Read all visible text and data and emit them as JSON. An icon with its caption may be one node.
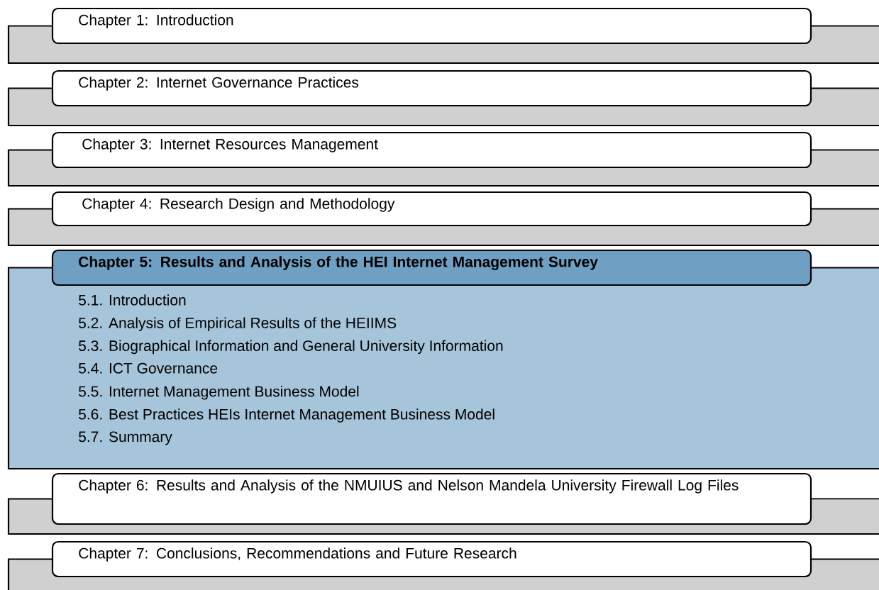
{
  "diagram": {
    "nodes": [
      {
        "text": [
          "Chapter 1: Introduction"
        ]
      },
      {
        "text": [
          "Chapter 2: Internet Governance Practices"
        ]
      },
      {
        "text": [
          "Chapter 3: Internet Resources Management"
        ]
      },
      {
        "text": [
          "Chapter 4: Research Design and Methodology"
        ]
      },
      {
        "text": [
          "Chapter 5: Results and Analysis of the HEI Internet Management Survey",
          "5.1. Introduction",
          "5.2. Analysis of Empirical Results of the HEIIMS",
          "5.3. Biographical Information and General University Information",
          "5.4. ICT Governance",
          "5.5. Internet Management Business Model",
          "5.6. Best Practices HEIs Internet Management Business Model",
          "5.7. Summary"
        ]
      },
      {
        "text": [
          "Chapter 6: Results and Analysis of the NMUIUS and Nelson Mandela University Firewall Log Files"
        ]
      },
      {
        "text": [
          "Chapter 7: Conclusions, Recommendations and Future Research"
        ]
      }
    ]
  }
}
